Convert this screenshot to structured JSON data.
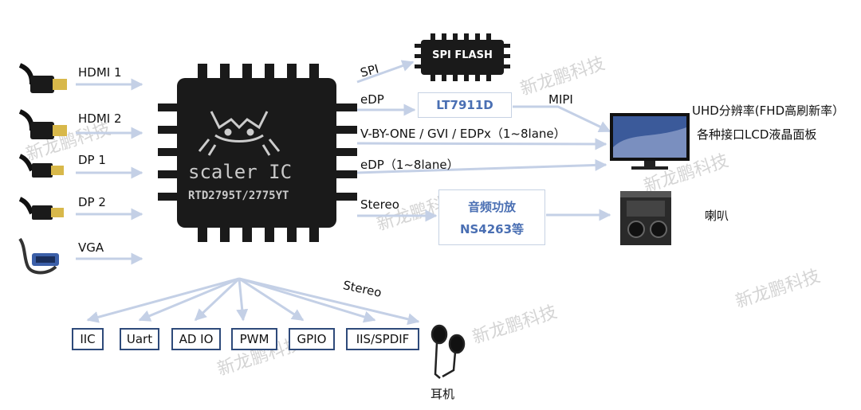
{
  "chip": {
    "name": "scaler IC",
    "model": "RTD2795T/2775YT"
  },
  "inputs": [
    "HDMI 1",
    "HDMI  2",
    "DP 1",
    "DP 2",
    "VGA"
  ],
  "outputs": {
    "spi_label": "SPI",
    "spi_flash": "SPI FLASH",
    "edp_label": "eDP",
    "lt_chip": "LT7911D",
    "mipi_label": "MIPI",
    "vbyone_label": "V-BY-ONE / GVI / EDPx（1~8lane）",
    "edp2_label": "eDP（1~8lane）",
    "stereo_label": "Stereo",
    "amp_line1": "音频功放",
    "amp_line2": "NS4263等",
    "monitor_line1": "UHD分辨率(FHD高刷新率）",
    "monitor_line2": "各种接口LCD液晶面板",
    "speaker_label": "喇叭"
  },
  "bottom": {
    "boxes": [
      "IIC",
      "Uart",
      "AD IO",
      "PWM",
      "GPIO",
      "IIS/SPDIF"
    ],
    "stereo_label": "Stereo",
    "earphone_label": "耳机"
  },
  "watermark": "新龙鹏科技",
  "colors": {
    "arrow": "#c4d0e6",
    "chip": "#1a1a1a",
    "box_border": "#2e4a7a",
    "amp_text": "#4a6fb3"
  }
}
